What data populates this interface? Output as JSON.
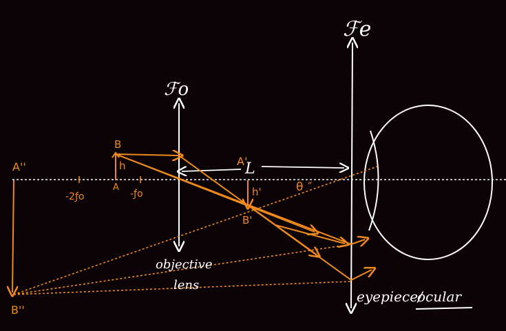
{
  "colors": {
    "background": "#0b0305",
    "ink_white": "#ffffff",
    "ink_orange": "#f08a1c"
  },
  "labels": {
    "objective_focal": "ℱo",
    "eyepiece_focal": "ℱe",
    "point_B": "B",
    "point_A": "A",
    "height_h": "h",
    "point_A_prime": "A'",
    "point_B_prime": "B'",
    "height_h_prime": "h'",
    "distance_L": "L",
    "angle_theta": "θ",
    "point_A_double": "A''",
    "point_B_double": "B''",
    "minus_2fo": "-2ƒo",
    "minus_fo": "-ƒo",
    "objective_lens_line1": "objective",
    "objective_lens_line2": "lens",
    "eyepiece_label": "eyepiece/",
    "ocular_label": "ocular"
  }
}
